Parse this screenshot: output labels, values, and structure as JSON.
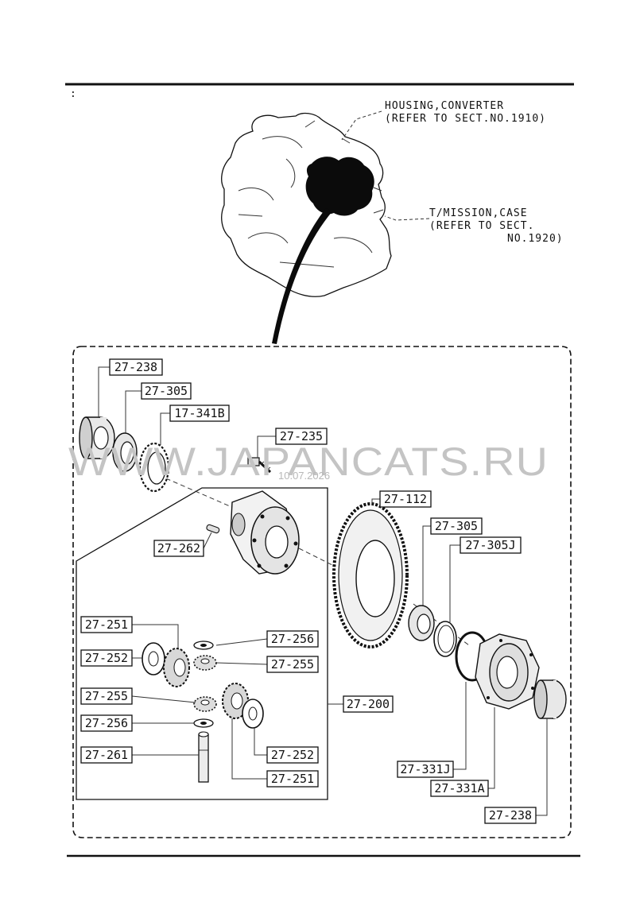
{
  "page": {
    "watermark": "WWW.JAPANCATS.RU",
    "date": "10.07.2026",
    "header_mark": ":"
  },
  "notes": {
    "housing_line1": "HOUSING,CONVERTER",
    "housing_line2": "(REFER TO SECT.NO.1910)",
    "case_line1": "T/MISSION,CASE",
    "case_line2": "(REFER TO SECT.",
    "case_line3": "NO.1920)"
  },
  "parts": {
    "p1": "27-238",
    "p2": "27-305",
    "p3": "17-341B",
    "p4": "27-235",
    "p5": "27-112",
    "p6": "27-305",
    "p7": "27-305J",
    "p8": "27-262",
    "p9": "27-251",
    "p10": "27-256",
    "p11": "27-252",
    "p12": "27-255",
    "p13": "27-255",
    "p14": "27-200",
    "p15": "27-256",
    "p16": "27-252",
    "p17": "27-261",
    "p18": "27-251",
    "p19": "27-331J",
    "p20": "27-331A",
    "p21": "27-238"
  }
}
